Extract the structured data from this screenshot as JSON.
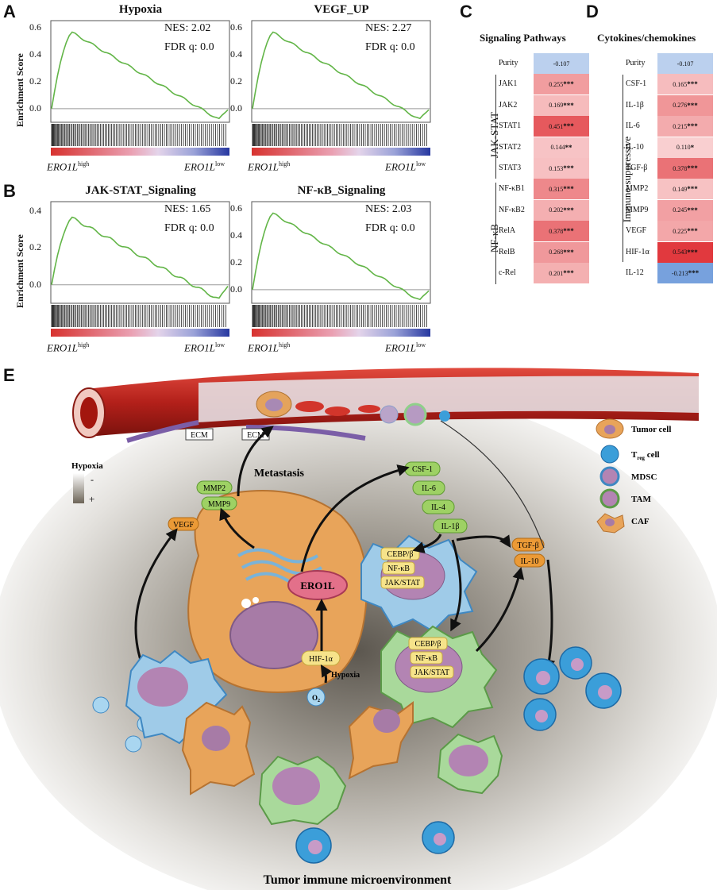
{
  "panels": {
    "a": "A",
    "b": "B",
    "c": "C",
    "d": "D",
    "e": "E"
  },
  "gsea": {
    "ylabel": "Enrichment Score",
    "group_high": "ERO1L",
    "group_high_sup": "high",
    "group_low": "ERO1L",
    "group_low_sup": "low",
    "plots": [
      {
        "title": "Hypoxia",
        "nes": "NES: 2.02",
        "fdr": "FDR q: 0.0",
        "ticks": [
          "0.6",
          "0.4",
          "0.2",
          "0.0"
        ]
      },
      {
        "title": "VEGF_UP",
        "nes": "NES: 2.27",
        "fdr": "FDR q: 0.0",
        "ticks": [
          "0.6",
          "0.4",
          "0.2",
          "0.0"
        ]
      },
      {
        "title": "JAK-STAT_Signaling",
        "nes": "NES: 1.65",
        "fdr": "FDR q: 0.0",
        "ticks": [
          "0.4",
          "0.2",
          "0.0"
        ]
      },
      {
        "title": "NF-κB_Signaling",
        "nes": "NES: 2.03",
        "fdr": "FDR q: 0.0",
        "ticks": [
          "0.6",
          "0.4",
          "0.2",
          "0.0"
        ]
      }
    ]
  },
  "heatmap_c": {
    "title": "Signaling Pathways",
    "groups": [
      "JAK-STAT",
      "NF-κB"
    ],
    "rows": [
      {
        "label": "Purity",
        "value": "-0.107",
        "sig": ""
      },
      {
        "label": "JAK1",
        "value": "0.255",
        "sig": "***"
      },
      {
        "label": "JAK2",
        "value": "0.169",
        "sig": "***"
      },
      {
        "label": "STAT1",
        "value": "0.451",
        "sig": "***"
      },
      {
        "label": "STAT2",
        "value": "0.144",
        "sig": "**"
      },
      {
        "label": "STAT3",
        "value": "0.153",
        "sig": "***"
      },
      {
        "label": "NF-κB1",
        "value": "0.315",
        "sig": "***"
      },
      {
        "label": "NF-κB2",
        "value": "0.202",
        "sig": "***"
      },
      {
        "label": "RelA",
        "value": "0.378",
        "sig": "***"
      },
      {
        "label": "RelB",
        "value": "0.268",
        "sig": "***"
      },
      {
        "label": "c-Rel",
        "value": "0.201",
        "sig": "***"
      }
    ]
  },
  "heatmap_d": {
    "title": "Cytokines/chemokines",
    "group": "Immune-suppressive",
    "rows": [
      {
        "label": "Purity",
        "value": "-0.107",
        "sig": ""
      },
      {
        "label": "CSF-1",
        "value": "0.165",
        "sig": "***"
      },
      {
        "label": "IL-1β",
        "value": "0.276",
        "sig": "***"
      },
      {
        "label": "IL-6",
        "value": "0.215",
        "sig": "***"
      },
      {
        "label": "IL-10",
        "value": "0.110",
        "sig": "*"
      },
      {
        "label": "TGF-β",
        "value": "0.378",
        "sig": "***"
      },
      {
        "label": "MMP2",
        "value": "0.149",
        "sig": "***"
      },
      {
        "label": "MMP9",
        "value": "0.245",
        "sig": "***"
      },
      {
        "label": "VEGF",
        "value": "0.225",
        "sig": "***"
      },
      {
        "label": "HIF-1α",
        "value": "0.543",
        "sig": "***"
      },
      {
        "label": "IL-12",
        "value": "-0.213",
        "sig": "***"
      }
    ]
  },
  "diagram": {
    "ecm1": "ECM",
    "ecm2": "ECM",
    "metastasis": "Metastasis",
    "hypoxia_legend": "Hypoxia",
    "minus": "-",
    "plus": "+",
    "vegf": "VEGF",
    "mmp2": "MMP2",
    "mmp9": "MMP9",
    "csf1": "CSF-1",
    "il6": "IL-6",
    "il4": "IL-4",
    "il1b": "IL-1β",
    "cebp1": "CEBP/β",
    "nfkb1": "NF-κB",
    "jak1": "JAK/STAT",
    "cebp2": "CEBP/β",
    "nfkb2": "NF-κB",
    "jak2": "JAK/STAT",
    "tgfb": "TGF-β",
    "il10": "IL-10",
    "ero1l": "ERO1L",
    "hif": "HIF-1α",
    "hypoxia_arrow": "Hypoxia",
    "o2": "O",
    "o2_sub": "2",
    "legend": [
      "Tumor cell",
      "T",
      "MDSC",
      "TAM",
      "CAF"
    ],
    "treg_sub": "reg",
    "treg_suffix": " cell",
    "bottom_title": "Tumor immune microenvironment"
  }
}
